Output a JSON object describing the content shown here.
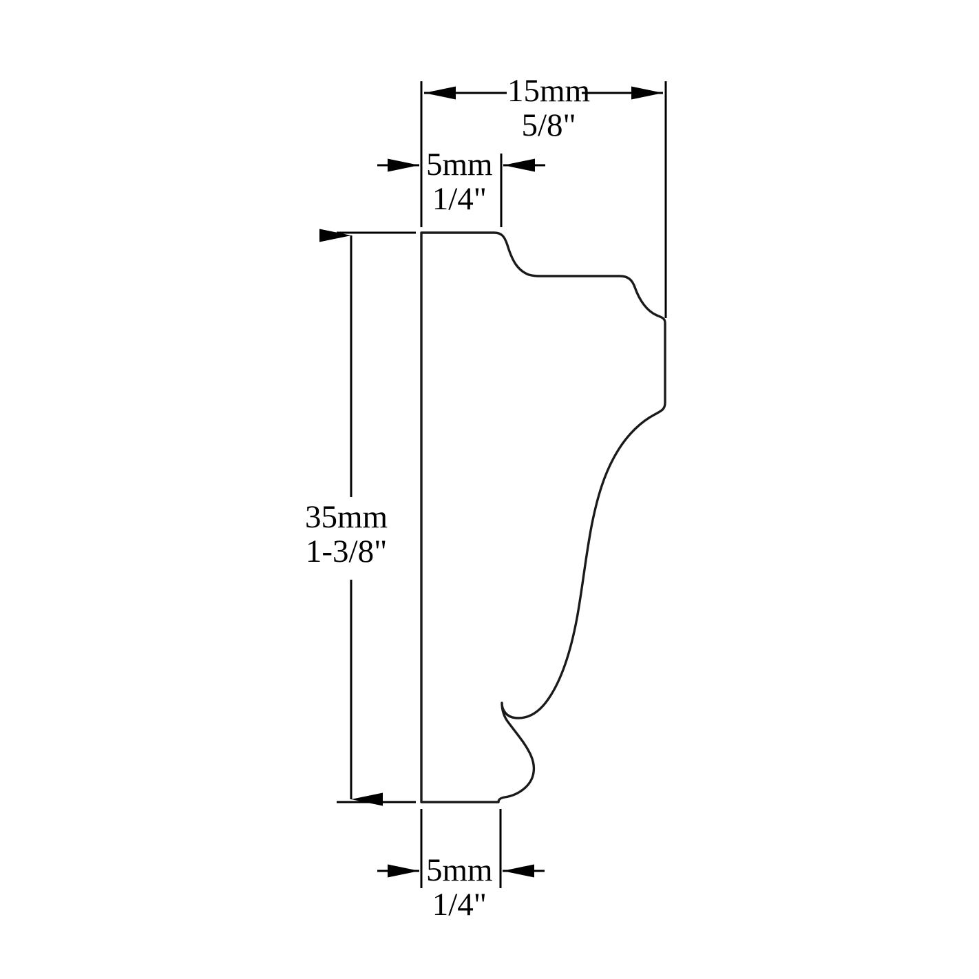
{
  "drawing": {
    "type": "molding-profile-cross-section",
    "background_color": "#ffffff",
    "line_color": "#1a1a1a",
    "dimensions": {
      "width_total": {
        "metric": "15mm",
        "imperial": "5/8\"",
        "orientation": "horizontal",
        "position": "top"
      },
      "top_flat": {
        "metric": "5mm",
        "imperial": "1/4\"",
        "orientation": "horizontal",
        "position": "top-inner"
      },
      "height_total": {
        "metric": "35mm",
        "imperial": "1-3/8\"",
        "orientation": "vertical",
        "position": "left"
      },
      "bottom_flat": {
        "metric": "5mm",
        "imperial": "1/4\"",
        "orientation": "horizontal",
        "position": "bottom"
      }
    }
  }
}
